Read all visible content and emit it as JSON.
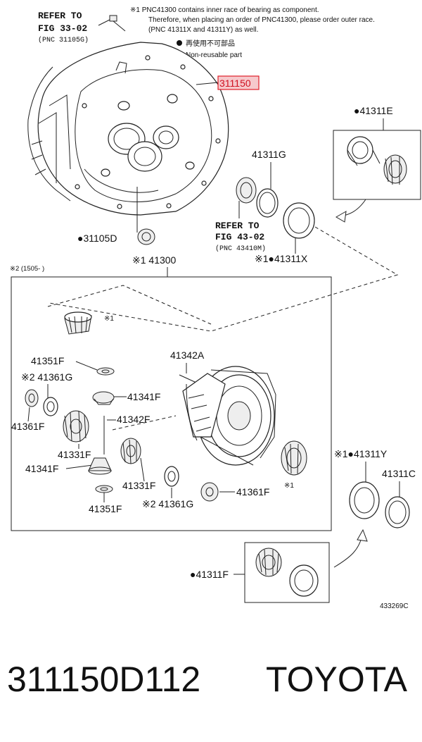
{
  "notes": {
    "line1": "※1 PNC41300 contains inner race of bearing as component.",
    "line2": "Therefore, when placing an order of PNC41300, please order outer race.",
    "line3": "(PNC 41311X and 41311Y) as well.",
    "legend_jp": "再使用不可部品",
    "legend_en": "Non-reusable part"
  },
  "refer_fig33": {
    "line1": "REFER TO",
    "line2": "FIG 33-02",
    "line3": "(PNC 31105G)"
  },
  "refer_fig43": {
    "line1": "REFER TO",
    "line2": "FIG 43-02",
    "line3": "(PNC 43410M)"
  },
  "parts": {
    "p311150": "311150",
    "p41311E": "●41311E",
    "p41311G": "41311G",
    "p31105D": "●31105D",
    "p41311X": "※1●41311X",
    "p41300": "※1 41300",
    "group_note": "※2 (1505-   )",
    "star1_a": "※1",
    "p41342A": "41342A",
    "p41351F_a": "41351F",
    "p41361G_a": "※2 41361G",
    "p41341F_a": "41341F",
    "p41361F_a": "41361F",
    "p41342F": "41342F",
    "p41331F_a": "41331F",
    "p41341F_b": "41341F",
    "p41331F_b": "41331F",
    "p41351F_b": "41351F",
    "p41361G_b": "※2 41361G",
    "p41361F_b": "41361F",
    "star1_b": "※1",
    "p41311Y": "※1●41311Y",
    "p41311C": "41311C",
    "p41311F": "●41311F",
    "diagram_id": "433269C"
  },
  "footer": {
    "part_number": "311150D112",
    "brand": "TOYOTA"
  },
  "colors": {
    "highlight": "#e0202a",
    "highlight_fill": "#f6c9cc"
  }
}
